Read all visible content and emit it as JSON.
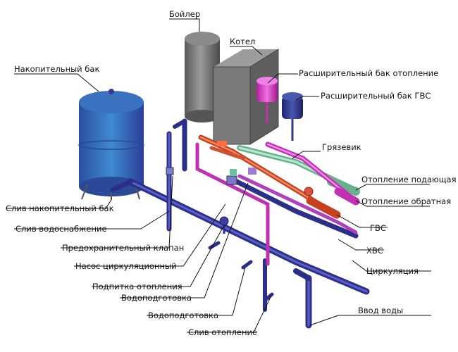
{
  "labels": {
    "storage_tank": "Накопительный бак",
    "boiler_dhw": "Бойлер",
    "boiler": "Котел",
    "expansion_heating": "Расширительный бак отопление",
    "expansion_dhw": "Расширительный бак ГВС",
    "strainer": "Грязевик",
    "heating_supply": "Отопление подающая",
    "heating_return": "Отопление обратная",
    "dhw": "ГВС",
    "cold_water": "ХВС",
    "circulation": "Циркуляция",
    "water_inlet": "Ввод воды",
    "tank_drain": "Слив накопительный бак",
    "supply_drain": "Слив водоснабжение",
    "safety_valve": "Предохранительный клапан",
    "circ_pump": "Насос циркуляционный",
    "heating_makeup": "Подпитка отопления",
    "water_treatment_1": "Водоподготовка",
    "water_treatment_2": "Водоподготовка",
    "heating_drain": "Слив отопление"
  },
  "colors": {
    "blue_pipe": "#3b3fa0",
    "red_pipe": "#e0603a",
    "green_pipe": "#8fd0a8",
    "magenta_pipe": "#e040c8",
    "boiler_grey": "#707070",
    "tank_blue": "#2f6fb8",
    "exp_heating": "#e050d0",
    "exp_dhw": "#2d3a8a"
  }
}
